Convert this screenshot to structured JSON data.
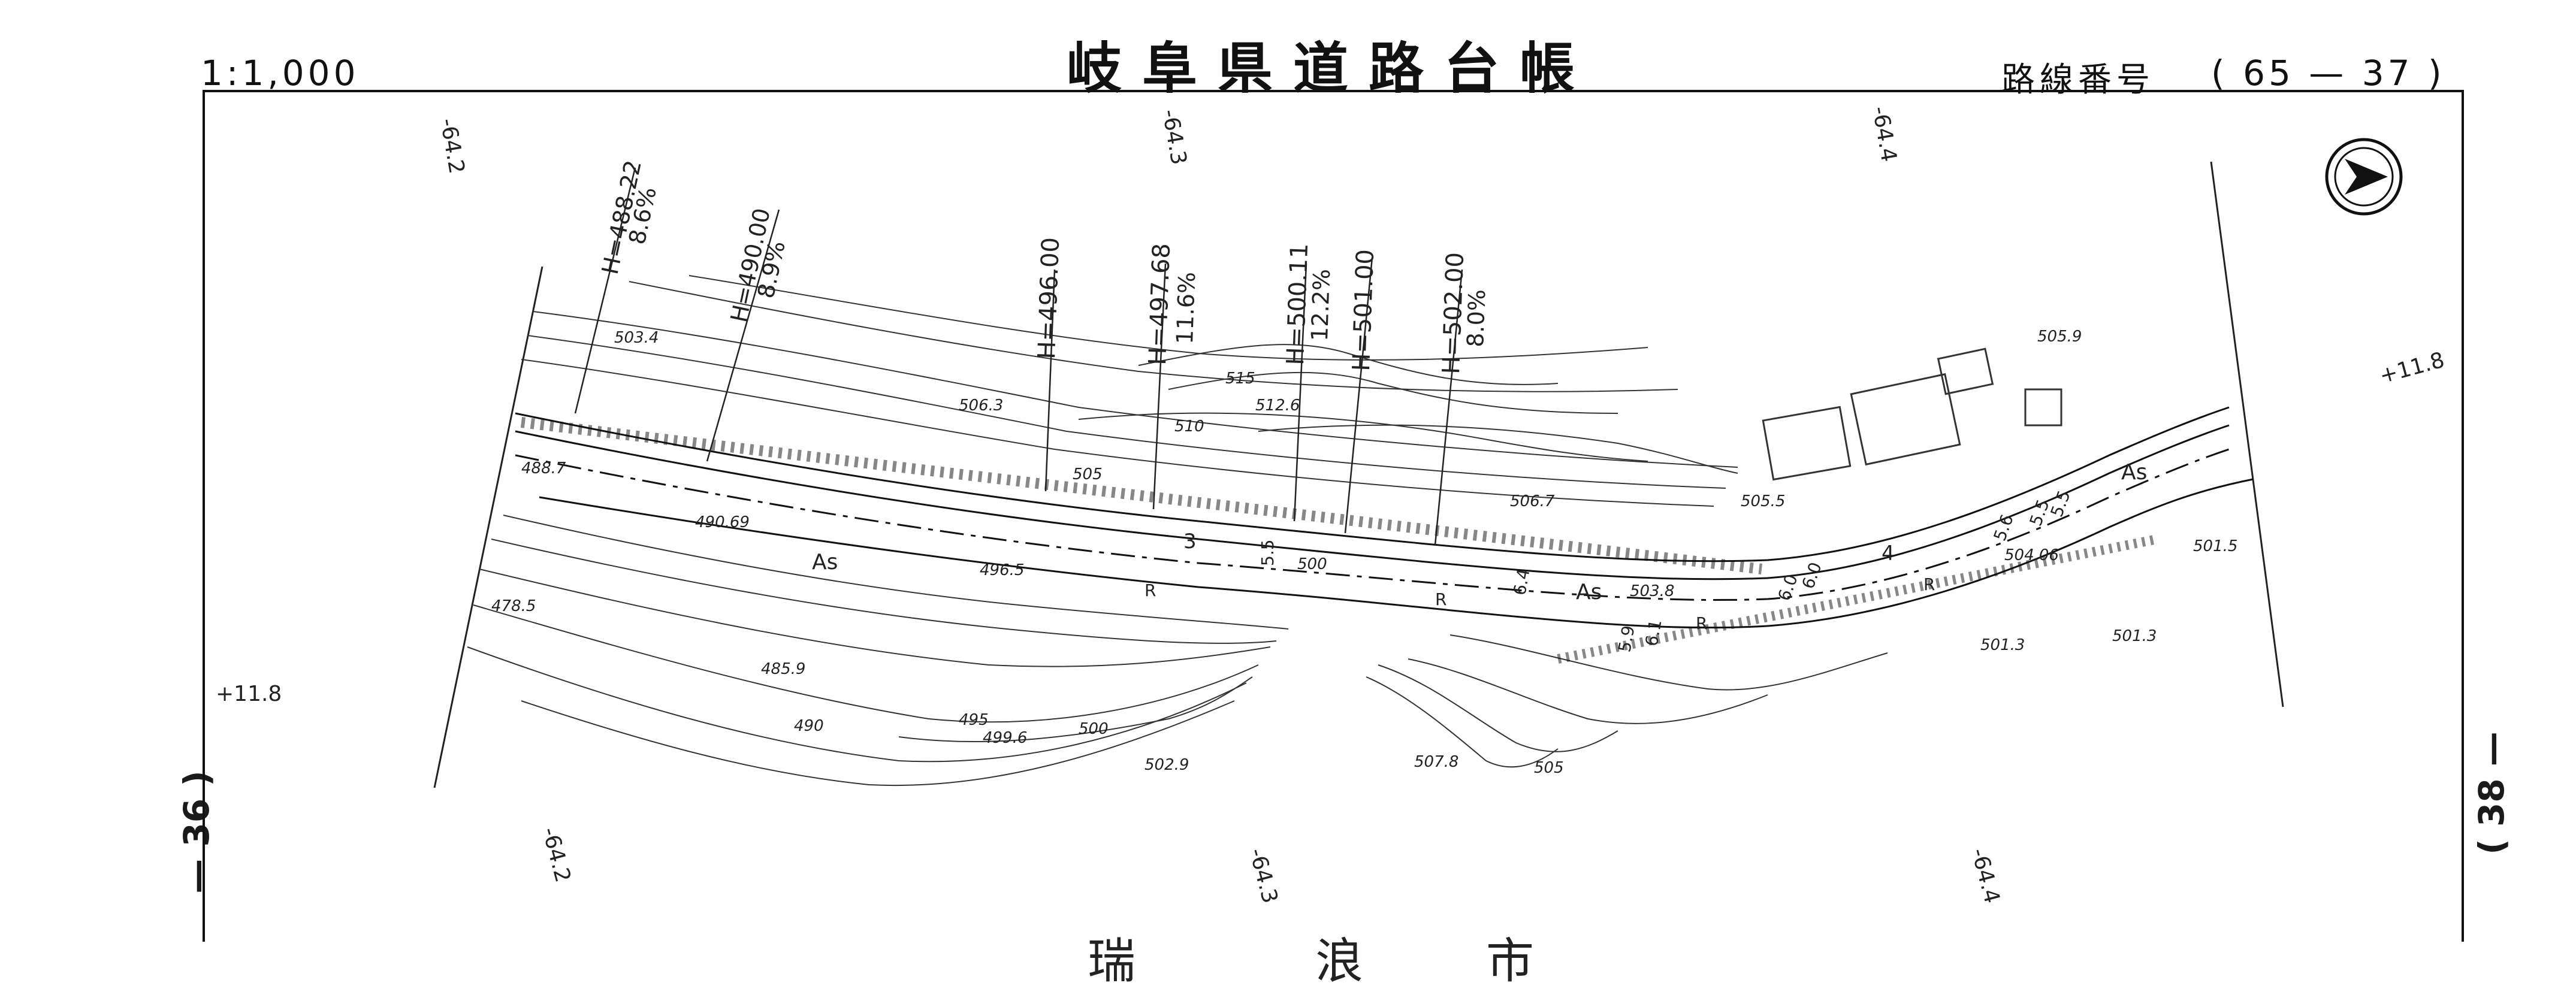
{
  "header": {
    "scale": "1:1,000",
    "title": "岐阜県道路台帳",
    "route_label": "路線番号",
    "route_value": "( 65 — 37 )"
  },
  "sheets": {
    "left": "— 36 )",
    "right": "( 38 —"
  },
  "bottom_partial_text": [
    "瑞",
    "浪",
    "市"
  ],
  "grid_labels": {
    "top": [
      "-64.2",
      "-64.3",
      "-64.4"
    ],
    "bottom": [
      "-64.2",
      "-64.3",
      "-64.4"
    ],
    "left": "+11.8",
    "right": "+11.8"
  },
  "profile_labels": [
    "H=488.22",
    "8.6%",
    "H=490.00",
    "8.9%",
    "H=496.00",
    "H=497.68",
    "11.6%",
    "H=500.11",
    "12.2%",
    "H=501.00",
    "H=502.00",
    "8.0%"
  ],
  "elevations": [
    "503.4",
    "506.3",
    "515",
    "512.6",
    "510",
    "505",
    "488.7",
    "490.69",
    "496.5",
    "500",
    "478.5",
    "485.9",
    "490",
    "495",
    "499.6",
    "500",
    "502.9",
    "507.8",
    "505",
    "506.7",
    "505.5",
    "505.9",
    "504.06",
    "501.5",
    "501.3",
    "501.3",
    "503.8"
  ],
  "road_labels": [
    "As",
    "As",
    "As"
  ],
  "misc_labels": [
    "3",
    "4",
    "5.5",
    "6.4",
    "5.9",
    "6.1",
    "6.0",
    "6.0",
    "5.6",
    "5.5",
    "5.5",
    "R",
    "R",
    "R",
    "R"
  ],
  "north_symbol": "north-arrow"
}
